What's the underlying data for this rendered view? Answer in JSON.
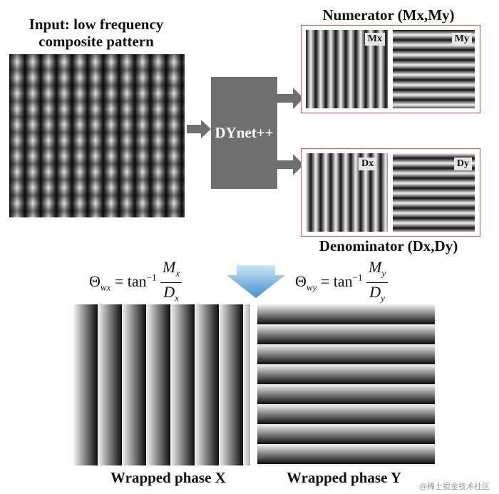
{
  "input_title_line1": "Input: low frequency",
  "input_title_line2": "composite pattern",
  "network_label": "DYnet++",
  "numerator_title": "Numerator (Mx,My)",
  "denominator_title": "Denominator (Dx,Dy)",
  "tags": {
    "mx": "Mx",
    "my": "My",
    "dx": "Dx",
    "dy": "Dy"
  },
  "formula_x": {
    "lhs": "Θ",
    "lhs_sub": "wx",
    "op": "= tan",
    "sup": "−1",
    "num": "M",
    "num_sub": "x",
    "den": "D",
    "den_sub": "x"
  },
  "formula_y": {
    "lhs": "Θ",
    "lhs_sub": "wy",
    "op": "= tan",
    "sup": "−1",
    "num": "M",
    "num_sub": "y",
    "den": "D",
    "den_sub": "y"
  },
  "output_x_label": "Wrapped phase X",
  "output_y_label": "Wrapped phase Y",
  "watermark": "@稀土掘金技术社区",
  "colors": {
    "network_box": "#6f6f6f",
    "arrow": "#6f6f6f",
    "red_border": "#d9534f",
    "blue_arrow": "#5aa6d8"
  }
}
